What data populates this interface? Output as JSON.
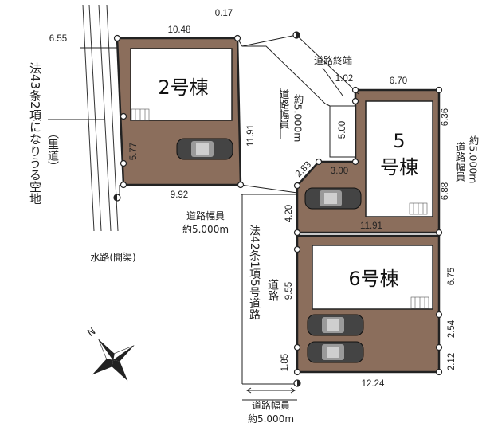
{
  "buildings": {
    "b2": "2号棟",
    "b5_num": "5",
    "b5_name": "号棟",
    "b6": "6号棟"
  },
  "dimensions": {
    "d_655": "6.55",
    "d_1048": "10.48",
    "d_017": "0.17",
    "d_577": "5.77",
    "d_1191a": "11.91",
    "d_992": "9.92",
    "d_102": "1.02",
    "d_670": "6.70",
    "d_500": "5.00",
    "d_283": "2.83",
    "d_300": "3.00",
    "d_636": "6.36",
    "d_688": "6.88",
    "d_420": "4.20",
    "d_1191b": "11.91",
    "d_955": "9.55",
    "d_675": "6.75",
    "d_254": "2.54",
    "d_212": "2.12",
    "d_185": "1.85",
    "d_1224": "12.24"
  },
  "labels": {
    "road_end": "道路終端",
    "road_width_a": "道路幅員",
    "road_width_a_val": "約5.000m",
    "road_width_b": "道路幅員",
    "road_width_b_val": "約5.000m",
    "road_width_c": "道路幅員",
    "road_width_c_val": "約5.000m",
    "road_width_right": "道路幅員",
    "road_width_right_val": "約5.000m",
    "law43_col1": "法43条2項になりうる空地",
    "law43_col2": "（里道）",
    "waterway": "水路(開渠)",
    "law42_col1": "法42条1項5号道路",
    "law42_col2": "道路",
    "north": "N"
  }
}
